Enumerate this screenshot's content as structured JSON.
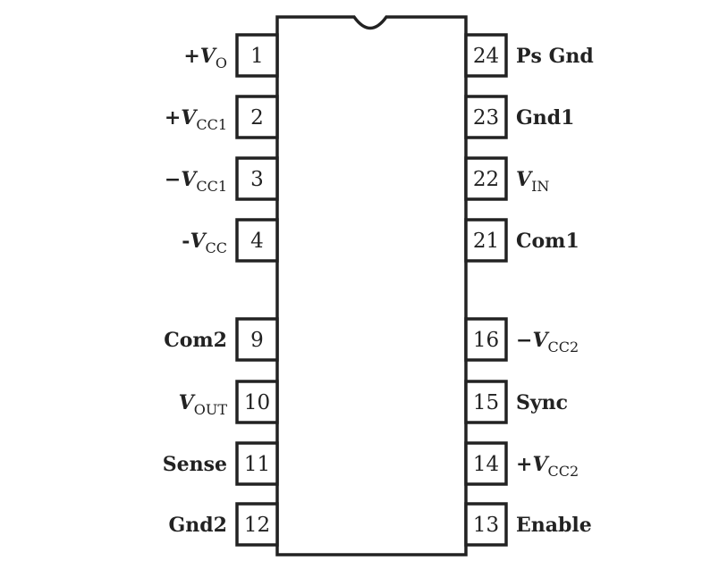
{
  "left_pins": [
    {
      "number": "1",
      "label": {
        "prefix": "+",
        "var": "V",
        "sub": "O",
        "text": ""
      }
    },
    {
      "number": "2",
      "label": {
        "prefix": "+",
        "var": "V",
        "sub": "CC1",
        "text": ""
      }
    },
    {
      "number": "3",
      "label": {
        "prefix": "−",
        "var": "V",
        "sub": "CC1",
        "text": ""
      }
    },
    {
      "number": "4",
      "label": {
        "prefix": "-",
        "var": "V",
        "sub": "CC",
        "text": ""
      }
    },
    {
      "number": "9",
      "label": {
        "prefix": "",
        "var": "",
        "sub": "",
        "text": "Com2"
      }
    },
    {
      "number": "10",
      "label": {
        "prefix": "",
        "var": "V",
        "sub": "OUT",
        "text": ""
      }
    },
    {
      "number": "11",
      "label": {
        "prefix": "",
        "var": "",
        "sub": "",
        "text": "Sense"
      }
    },
    {
      "number": "12",
      "label": {
        "prefix": "",
        "var": "",
        "sub": "",
        "text": "Gnd2"
      }
    }
  ],
  "right_pins": [
    {
      "number": "24",
      "label": {
        "prefix": "",
        "var": "",
        "sub": "",
        "text": "Ps Gnd"
      }
    },
    {
      "number": "23",
      "label": {
        "prefix": "",
        "var": "",
        "sub": "",
        "text": "Gnd1"
      }
    },
    {
      "number": "22",
      "label": {
        "prefix": "",
        "var": "V",
        "sub": "IN",
        "text": ""
      }
    },
    {
      "number": "21",
      "label": {
        "prefix": "",
        "var": "",
        "sub": "",
        "text": "Com1"
      }
    },
    {
      "number": "16",
      "label": {
        "prefix": "−",
        "var": "V",
        "sub": "CC2",
        "text": ""
      }
    },
    {
      "number": "15",
      "label": {
        "prefix": "",
        "var": "",
        "sub": "",
        "text": "Sync"
      }
    },
    {
      "number": "14",
      "label": {
        "prefix": "+",
        "var": "V",
        "sub": "CC2",
        "text": ""
      }
    },
    {
      "number": "13",
      "label": {
        "prefix": "",
        "var": "",
        "sub": "",
        "text": "Enable"
      }
    }
  ]
}
